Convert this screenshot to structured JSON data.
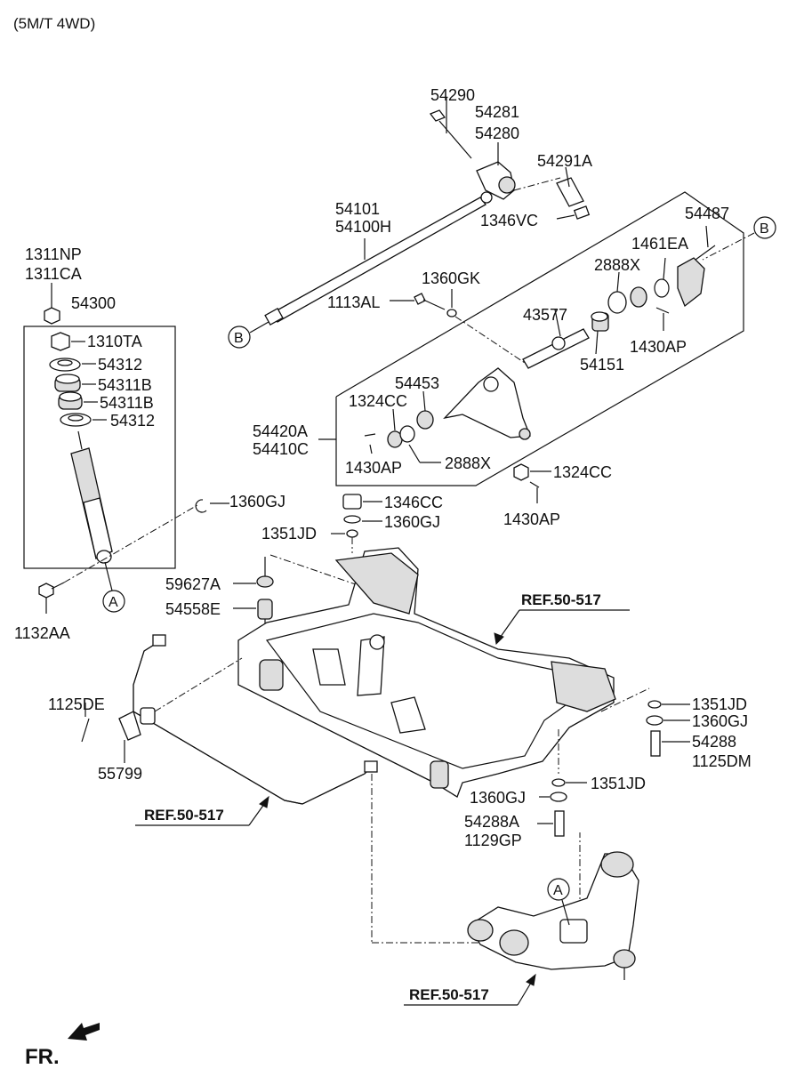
{
  "header": {
    "title": "(5M/T 4WD)"
  },
  "footer": {
    "direction_label": "FR."
  },
  "callouts": {
    "a": "A",
    "b": "B"
  },
  "refs": {
    "ref1": "REF.50-517",
    "ref2": "REF.50-517",
    "ref3": "REF.50-517"
  },
  "labels": {
    "p54290": "54290",
    "p54281": "54281",
    "p54280": "54280",
    "p54291A": "54291A",
    "p54101": "54101",
    "p54100H": "54100H",
    "p1346VC": "1346VC",
    "p54487": "54487",
    "p1461EA": "1461EA",
    "p2888X_top": "2888X",
    "p1311NP": "1311NP",
    "p1311CA": "1311CA",
    "p1360GK": "1360GK",
    "p1113AL": "1113AL",
    "p54300": "54300",
    "p43577": "43577",
    "p1310TA": "1310TA",
    "p1430AP_top": "1430AP",
    "p54312_a": "54312",
    "p54151": "54151",
    "p54311B_a": "54311B",
    "p54453": "54453",
    "p1324CC_a": "1324CC",
    "p54311B_b": "54311B",
    "p54312_b": "54312",
    "p54420A": "54420A",
    "p54410C": "54410C",
    "p2888X_b": "2888X",
    "p1430AP_mid": "1430AP",
    "p1324CC_b": "1324CC",
    "p1346CC": "1346CC",
    "p1360GJ_a": "1360GJ",
    "p1430AP_b": "1430AP",
    "p1360GJ_b": "1360GJ",
    "p1351JD_a": "1351JD",
    "p59627A": "59627A",
    "p54558E": "54558E",
    "p1132AA": "1132AA",
    "p1125DE": "1125DE",
    "p1351JD_b": "1351JD",
    "p1360GJ_c": "1360GJ",
    "p54288": "54288",
    "p1125DM": "1125DM",
    "p55799": "55799",
    "p1351JD_c": "1351JD",
    "p1360GJ_d": "1360GJ",
    "p54288A": "54288A",
    "p1129GP": "1129GP"
  }
}
